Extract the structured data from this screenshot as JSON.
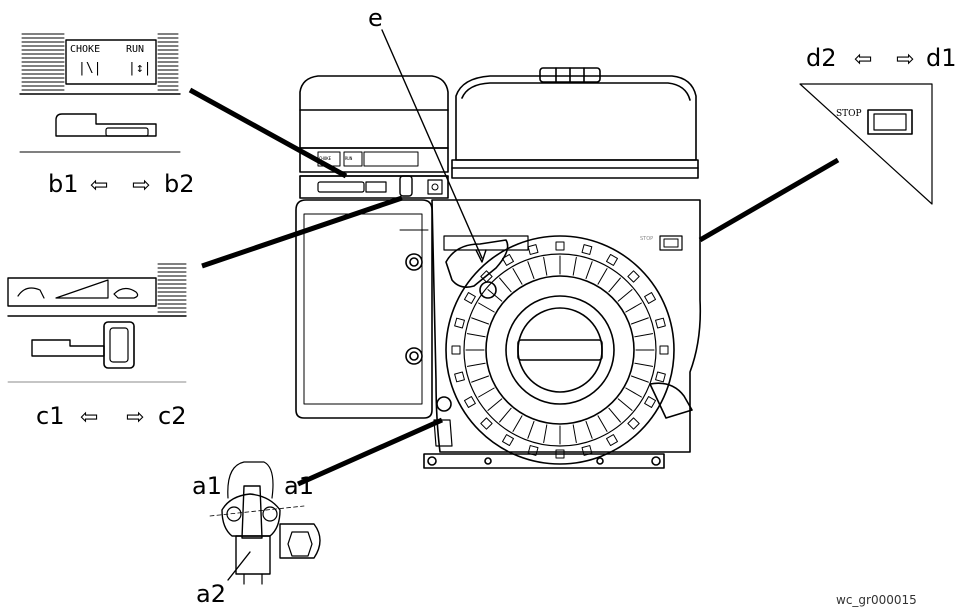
{
  "callouts": {
    "e": "e",
    "d2": "d2",
    "d1": "d1",
    "b1": "b1",
    "b2": "b2",
    "c1": "c1",
    "c2": "c2",
    "a1_left": "a1",
    "a1_right": "a1",
    "a2": "a2"
  },
  "decals": {
    "choke": "CHOKE",
    "run": "RUN",
    "choke_symbol": "|\\|",
    "run_symbol": "|↕|",
    "stop": "STOP",
    "engine_choke": "CHOKE",
    "engine_run": "RUN",
    "engine_stop": "STOP"
  },
  "arrows": {
    "left": "⇦",
    "right": "⇨"
  },
  "figure_id": "wc_gr000015",
  "colors": {
    "line": "#000000",
    "background": "#ffffff"
  }
}
